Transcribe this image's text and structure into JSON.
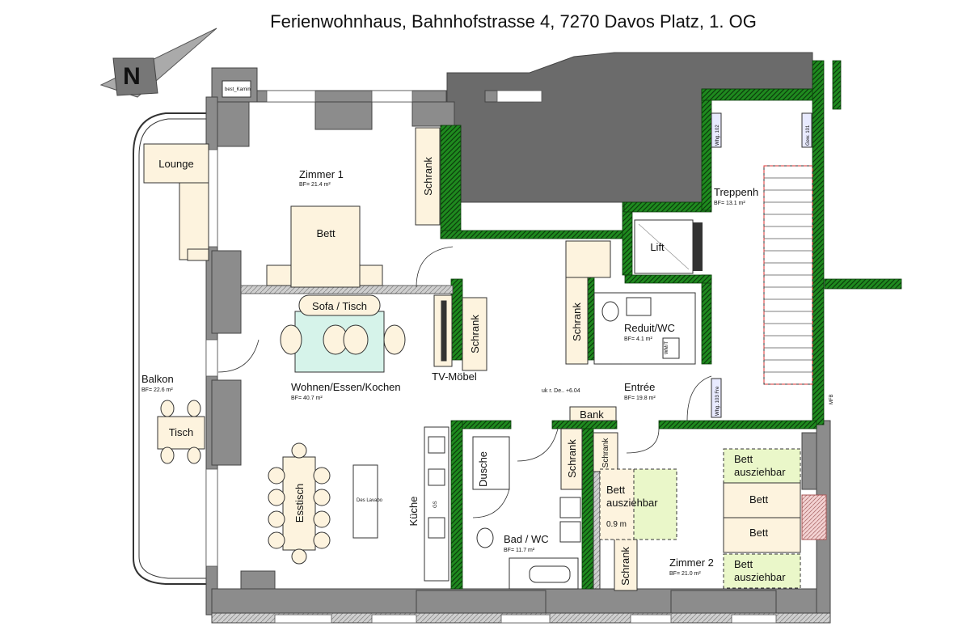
{
  "title": "Ferienwohnhaus, Bahnhofstrasse 4, 7270 Davos Platz, 1. OG",
  "colors": {
    "wall_green": "#1f8a1f",
    "wall_grey": "#8c8c8c",
    "void_dark": "#666666",
    "furniture": "#fdf3de",
    "sofa_area": "#d6f3ea",
    "extra_bed": "#eaf7c9"
  },
  "compass": {
    "icon": "north-arrow-icon",
    "letter": "N"
  },
  "rooms": {
    "zimmer1": {
      "name": "Zimmer 1",
      "area": "BF= 21.4 m²"
    },
    "wohnen": {
      "name": "Wohnen/Essen/Kochen",
      "area": "BF= 40.7 m²"
    },
    "balkon": {
      "name": "Balkon",
      "area": "BF= 22.6 m²"
    },
    "treppenhaus": {
      "name": "Treppenh",
      "area": "BF= 13.1 m²"
    },
    "reduit": {
      "name": "Reduit/WC",
      "area": "BF= 4.1 m²"
    },
    "entree": {
      "name": "Entrée",
      "area": "BF= 19.8 m²"
    },
    "bad": {
      "name": "Bad / WC",
      "area": "BF= 11.7 m²"
    },
    "zimmer2": {
      "name": "Zimmer 2",
      "area": "BF= 21.0 m²"
    }
  },
  "furniture": {
    "lounge": "Lounge",
    "bett1": "Bett",
    "schrank_z1": "Schrank",
    "sofa": "Sofa / Tisch",
    "schrank_tv": "Schrank",
    "tv": "TV-Möbel",
    "schrank_entry": "Schrank",
    "lift": "Lift",
    "bank": "Bank",
    "tisch": "Tisch",
    "esstisch": "Esstisch",
    "kueche": "Küche",
    "dusche": "Dusche",
    "schrank_bad": "Schrank",
    "schrank_z2a": "Schrank",
    "schrank_z2b": "Schrank",
    "bett_ausziehbar_1": "Bett ausziehbar",
    "bett_ausziehbar_1_line1": "Bett",
    "bett_ausziehbar_1_line2": "ausziehbar",
    "bett_width": "0.9 m",
    "bett_a_line1": "Bett",
    "bett_a_line2": "ausziehbar",
    "bett2a": "Bett",
    "bett2b": "Bett",
    "bett_b_line1": "Bett",
    "bett_b_line2": "ausziehbar"
  },
  "small_labels": {
    "kamin": "best_Kamin",
    "level": "uk r. De.. +6.04",
    "whg102": "Whg. 102",
    "gew101": "Gew. 101",
    "whg103": "Whg. 103 Fre",
    "wmt": "WM/T",
    "mfb": "MFB",
    "lavabo": "Des Lavabo",
    "gs": "GS"
  }
}
